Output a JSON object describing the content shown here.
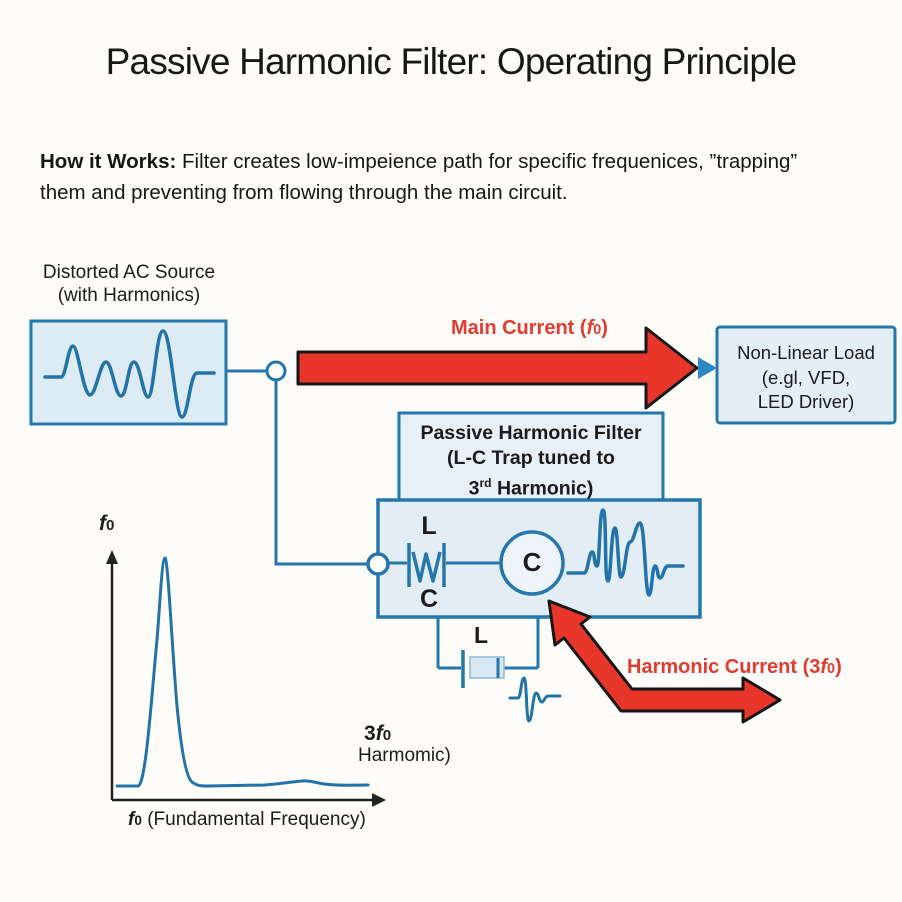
{
  "title": "Passive Harmonic Filter: Operating Principle",
  "how_it_works": {
    "label": "How it Works:",
    "line1_rest": " Filter creates low-impeience path for specific frequenices, ”trapping” them and preventing from flowing through the main circuit.",
    "line2": ""
  },
  "source": {
    "line1": "Distorted AC Source",
    "line2": "(with Harmonics)"
  },
  "main_current_label": {
    "pre": "Main Current (",
    "f": "f",
    "sub": "0",
    "post": ")"
  },
  "load": {
    "line1": "Non-Linear Load",
    "line2": "(e.gl, VFD,",
    "line3": "LED Driver)"
  },
  "filter_label": {
    "line1": "Passive Harmonic Filter",
    "line2": "(L-C Trap tuned to",
    "line3_pre": "3",
    "line3_sup": "rd",
    "line3_post": " Harmonic)"
  },
  "circuit": {
    "inductor_top": "L",
    "inductor_bottom_cap": "C",
    "capacitor_circle": "C",
    "trap_inductor": "L"
  },
  "harmonic_current_label": {
    "pre": "Harmonic Current (3",
    "f": "f",
    "sub": "0",
    "post": ")"
  },
  "harmonic_note": {
    "pre": "3",
    "f": "f",
    "sub": "0",
    "line2": "Harmomic)"
  },
  "spectrum": {
    "y_axis_f": "f",
    "y_axis_sub": "0",
    "x_axis_f": "f",
    "x_axis_sub": "0",
    "x_axis_rest": " (Fundamental Frequency)"
  },
  "colors": {
    "accent_blue": "#2577ab",
    "box_fill": "#e2edf5",
    "arrow_red": "#e8372a",
    "label_red": "#e23b2f",
    "ink": "#1b1b1b"
  }
}
